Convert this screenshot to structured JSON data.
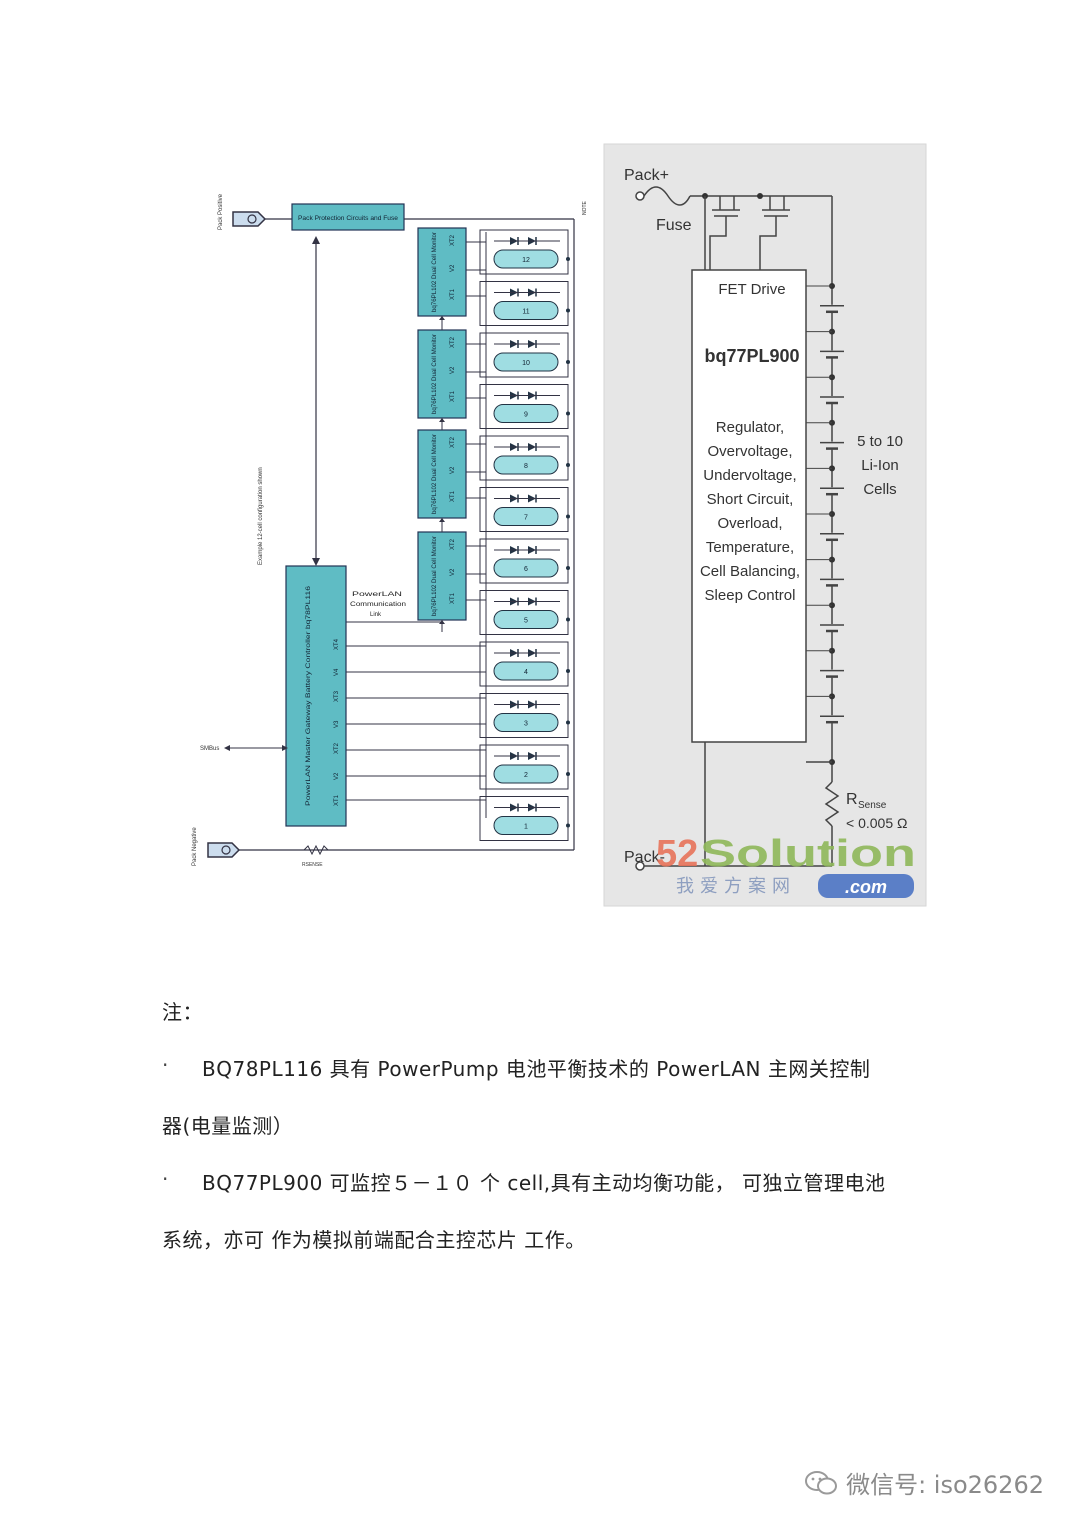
{
  "left_diagram": {
    "pack_positive": "Pack Positive",
    "pack_negative": "Pack Negative",
    "protection_box": "Pack Protection Circuits and Fuse",
    "side_note": "Example 12-cell configuration shown",
    "monitor_label": "bq76PL102 Dual Cell Monitor",
    "master_label": "PowerLAN Master Gateway Battery Controller bq78PL116",
    "comm_link": "PowerLAN Communication Link",
    "smbus": "SMBus",
    "rsense": "RSENSE",
    "cells": [
      "12",
      "11",
      "10",
      "9",
      "8",
      "7",
      "6",
      "5",
      "4",
      "3",
      "2",
      "1"
    ]
  },
  "right_diagram": {
    "pack_plus": "Pack+",
    "fuse": "Fuse",
    "fet_drive": "FET Drive",
    "chip": "bq77PL900",
    "functions": [
      "Regulator,",
      "Overvoltage,",
      "Undervoltage,",
      "Short Circuit,",
      "Overload,",
      "Temperature,",
      "Cell Balancing,",
      "Sleep Control"
    ],
    "cells_label": [
      "5 to 10",
      "Li-Ion",
      "Cells"
    ],
    "r_sense_r": "R",
    "r_sense_sub": "Sense",
    "r_sense_value": "< 0.005 Ω",
    "pack_minus": "Pack-"
  },
  "watermark": {
    "brand_52": "52",
    "brand_solution": "Solution",
    "cn": "我爱方案网",
    "com": ".com"
  },
  "notes": {
    "heading": "注：",
    "bullet": "·",
    "line1": "BQ78PL116 具有  PowerPump  电池平衡技术的  PowerLAN  主网关控制",
    "line2": "器(电量监测）",
    "line3": "BQ77PL900  可监控５－１０ 个 cell,具有主动均衡功能， 可独立管理电池",
    "line4": "系统，亦可  作为模拟前端配合主控芯片  工作。"
  },
  "footer": {
    "account": "微信号: iso26262"
  }
}
